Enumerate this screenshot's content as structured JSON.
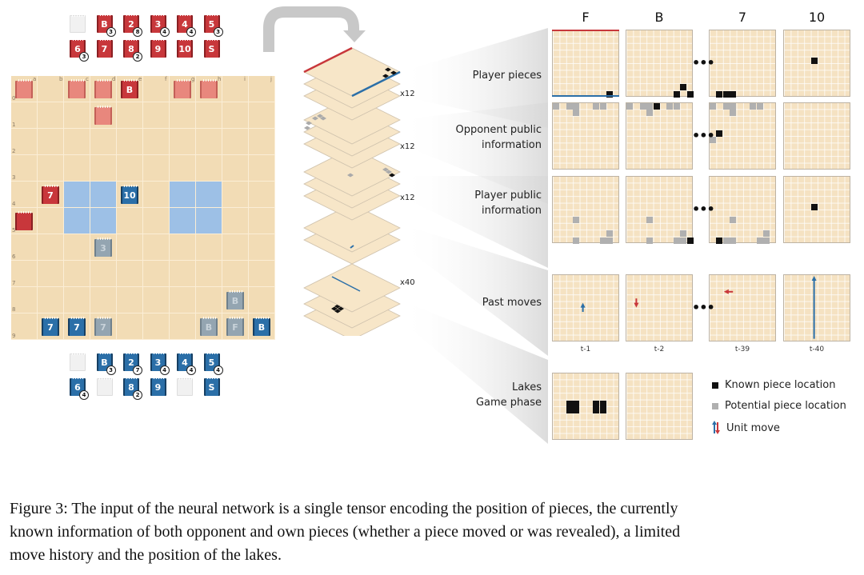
{
  "reserve_red": [
    {
      "label": "",
      "count": null,
      "style": "empty"
    },
    {
      "label": "B",
      "count": "3",
      "style": "red"
    },
    {
      "label": "2",
      "count": "8",
      "style": "red"
    },
    {
      "label": "3",
      "count": "4",
      "style": "red"
    },
    {
      "label": "4",
      "count": "4",
      "style": "red"
    },
    {
      "label": "5",
      "count": "3",
      "style": "red"
    },
    {
      "label": "6",
      "count": "3",
      "style": "red"
    },
    {
      "label": "7",
      "count": null,
      "style": "red"
    },
    {
      "label": "8",
      "count": "2",
      "style": "red"
    },
    {
      "label": "9",
      "count": null,
      "style": "red"
    },
    {
      "label": "10",
      "count": null,
      "style": "red"
    },
    {
      "label": "S",
      "count": null,
      "style": "red"
    }
  ],
  "reserve_blue": [
    {
      "label": "",
      "count": null,
      "style": "empty"
    },
    {
      "label": "B",
      "count": "3",
      "style": "blue"
    },
    {
      "label": "2",
      "count": "7",
      "style": "blue"
    },
    {
      "label": "3",
      "count": "4",
      "style": "blue"
    },
    {
      "label": "4",
      "count": "4",
      "style": "blue"
    },
    {
      "label": "5",
      "count": "4",
      "style": "blue"
    },
    {
      "label": "6",
      "count": "4",
      "style": "blue"
    },
    {
      "label": "",
      "count": null,
      "style": "empty"
    },
    {
      "label": "8",
      "count": "2",
      "style": "blue"
    },
    {
      "label": "9",
      "count": null,
      "style": "blue"
    },
    {
      "label": "",
      "count": null,
      "style": "empty"
    },
    {
      "label": "S",
      "count": null,
      "style": "blue"
    }
  ],
  "board": {
    "columns": [
      "a",
      "b",
      "c",
      "d",
      "e",
      "f",
      "g",
      "h",
      "i",
      "j"
    ],
    "rows": [
      "0",
      "1",
      "2",
      "3",
      "4",
      "5",
      "6",
      "7",
      "8",
      "9"
    ],
    "lakes": [
      [
        4,
        2
      ],
      [
        4,
        3
      ],
      [
        5,
        2
      ],
      [
        5,
        3
      ],
      [
        4,
        6
      ],
      [
        4,
        7
      ],
      [
        5,
        6
      ],
      [
        5,
        7
      ]
    ],
    "pieces": [
      {
        "row": 0,
        "col": 0,
        "label": "",
        "style": "faded"
      },
      {
        "row": 0,
        "col": 2,
        "label": "",
        "style": "faded"
      },
      {
        "row": 0,
        "col": 3,
        "label": "",
        "style": "faded"
      },
      {
        "row": 0,
        "col": 4,
        "label": "B",
        "style": "red"
      },
      {
        "row": 0,
        "col": 6,
        "label": "",
        "style": "faded"
      },
      {
        "row": 0,
        "col": 7,
        "label": "",
        "style": "faded"
      },
      {
        "row": 1,
        "col": 3,
        "label": "",
        "style": "faded"
      },
      {
        "row": 4,
        "col": 1,
        "label": "7",
        "style": "red"
      },
      {
        "row": 4,
        "col": 4,
        "label": "10",
        "style": "blue"
      },
      {
        "row": 5,
        "col": 0,
        "label": "",
        "style": "red"
      },
      {
        "row": 6,
        "col": 3,
        "label": "3",
        "style": "grey"
      },
      {
        "row": 8,
        "col": 8,
        "label": "B",
        "style": "grey"
      },
      {
        "row": 9,
        "col": 1,
        "label": "7",
        "style": "blue"
      },
      {
        "row": 9,
        "col": 2,
        "label": "7",
        "style": "blue"
      },
      {
        "row": 9,
        "col": 3,
        "label": "7",
        "style": "grey"
      },
      {
        "row": 9,
        "col": 7,
        "label": "B",
        "style": "grey"
      },
      {
        "row": 9,
        "col": 8,
        "label": "F",
        "style": "grey"
      },
      {
        "row": 9,
        "col": 9,
        "label": "B",
        "style": "blue"
      }
    ]
  },
  "stack_multipliers": [
    "x12",
    "x12",
    "x12",
    "x40"
  ],
  "column_headers": [
    "F",
    "B",
    "7",
    "10"
  ],
  "ellipsis": "•••",
  "row_labels": [
    [
      "Player pieces"
    ],
    [
      "Opponent public",
      "information"
    ],
    [
      "Player public",
      "information"
    ],
    [
      "Past moves"
    ],
    [
      "Lakes",
      "Game phase"
    ]
  ],
  "time_labels": [
    "t-1",
    "t-2",
    "t-39",
    "t-40"
  ],
  "planes": {
    "player_pieces": [
      {
        "known": [
          [
            9,
            8
          ]
        ],
        "potential": []
      },
      {
        "known": [
          [
            8,
            8
          ],
          [
            9,
            7
          ],
          [
            9,
            9
          ]
        ],
        "potential": []
      },
      {
        "known": [
          [
            9,
            1
          ],
          [
            9,
            2
          ],
          [
            9,
            3
          ]
        ],
        "potential": []
      },
      {
        "known": [
          [
            4,
            4
          ]
        ],
        "potential": []
      }
    ],
    "opponent_public": [
      {
        "known": [],
        "potential": [
          [
            0,
            0
          ],
          [
            0,
            2
          ],
          [
            0,
            3
          ],
          [
            0,
            6
          ],
          [
            0,
            7
          ],
          [
            1,
            3
          ]
        ]
      },
      {
        "known": [
          [
            0,
            4
          ]
        ],
        "potential": [
          [
            0,
            0
          ],
          [
            0,
            2
          ],
          [
            0,
            3
          ],
          [
            0,
            6
          ],
          [
            0,
            7
          ],
          [
            1,
            3
          ]
        ]
      },
      {
        "known": [
          [
            4,
            1
          ]
        ],
        "potential": [
          [
            0,
            0
          ],
          [
            0,
            2
          ],
          [
            0,
            3
          ],
          [
            0,
            6
          ],
          [
            0,
            7
          ],
          [
            1,
            3
          ],
          [
            5,
            0
          ]
        ]
      },
      {
        "known": [],
        "potential": []
      }
    ],
    "player_public": [
      {
        "known": [],
        "potential": [
          [
            6,
            3
          ],
          [
            8,
            8
          ],
          [
            9,
            3
          ],
          [
            9,
            7
          ],
          [
            9,
            8
          ]
        ]
      },
      {
        "known": [
          [
            9,
            9
          ]
        ],
        "potential": [
          [
            6,
            3
          ],
          [
            8,
            8
          ],
          [
            9,
            3
          ],
          [
            9,
            7
          ],
          [
            9,
            8
          ]
        ]
      },
      {
        "known": [
          [
            9,
            1
          ]
        ],
        "potential": [
          [
            6,
            3
          ],
          [
            8,
            8
          ],
          [
            9,
            2
          ],
          [
            9,
            3
          ],
          [
            9,
            7
          ],
          [
            9,
            8
          ]
        ]
      },
      {
        "known": [
          [
            4,
            4
          ]
        ],
        "potential": []
      }
    ],
    "past_moves": [
      {
        "from": [
          5,
          4
        ],
        "to": [
          4,
          4
        ],
        "side": "blue"
      },
      {
        "from": [
          3,
          1
        ],
        "to": [
          4,
          1
        ],
        "side": "red"
      },
      {
        "from": [
          2,
          3
        ],
        "to": [
          2,
          2
        ],
        "side": "red"
      },
      {
        "from": [
          9,
          4
        ],
        "to": [
          0,
          4
        ],
        "side": "blue"
      }
    ],
    "lakes": [
      {
        "known": [
          [
            4,
            2
          ],
          [
            4,
            3
          ],
          [
            5,
            2
          ],
          [
            5,
            3
          ],
          [
            4,
            6
          ],
          [
            4,
            7
          ],
          [
            5,
            6
          ],
          [
            5,
            7
          ]
        ],
        "potential": []
      },
      {
        "known": [],
        "potential": []
      }
    ]
  },
  "legend": {
    "known": "Known piece location",
    "potential": "Potential piece location",
    "move": "Unit move"
  },
  "colors": {
    "red": "#c8373b",
    "blue": "#2b6fa8",
    "board": "#f2dcb5",
    "lake": "#9dc0e6",
    "known": "#111111",
    "potential": "#b0b0b0"
  },
  "caption": {
    "line1": "Figure 3: The input of the neural network is a single tensor encoding the position of pieces, the currently",
    "line2": "known information of both opponent and own pieces (whether a piece moved or was revealed), a limited",
    "line3": "move history and the position of the lakes."
  }
}
